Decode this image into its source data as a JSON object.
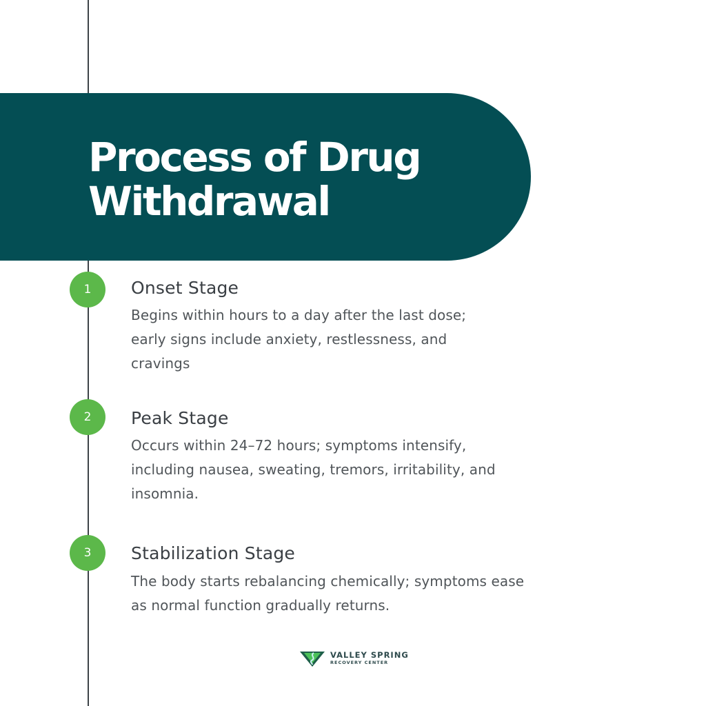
{
  "header": {
    "title_line1": "Process of Drug",
    "title_line2": "Withdrawal"
  },
  "stages": [
    {
      "number": "1",
      "title": "Onset Stage",
      "description": "Begins within hours to a day after the last dose; early signs include anxiety, restlessness, and cravings"
    },
    {
      "number": "2",
      "title": "Peak Stage",
      "description": "Occurs within 24–72 hours; symptoms intensify, including nausea, sweating, tremors, irritability, and insomnia."
    },
    {
      "number": "3",
      "title": "Stabilization Stage",
      "description": "The body starts rebalancing chemically; symptoms ease as normal function gradually returns."
    }
  ],
  "logo": {
    "icon": "valley-spring-logo-icon",
    "name": "VALLEY SPRING",
    "subtitle": "RECOVERY CENTER"
  },
  "colors": {
    "banner": "#044e54",
    "accent_green": "#5cb84a",
    "timeline": "#3d4247",
    "heading_text": "#3a3f44",
    "body_text": "#505559"
  }
}
